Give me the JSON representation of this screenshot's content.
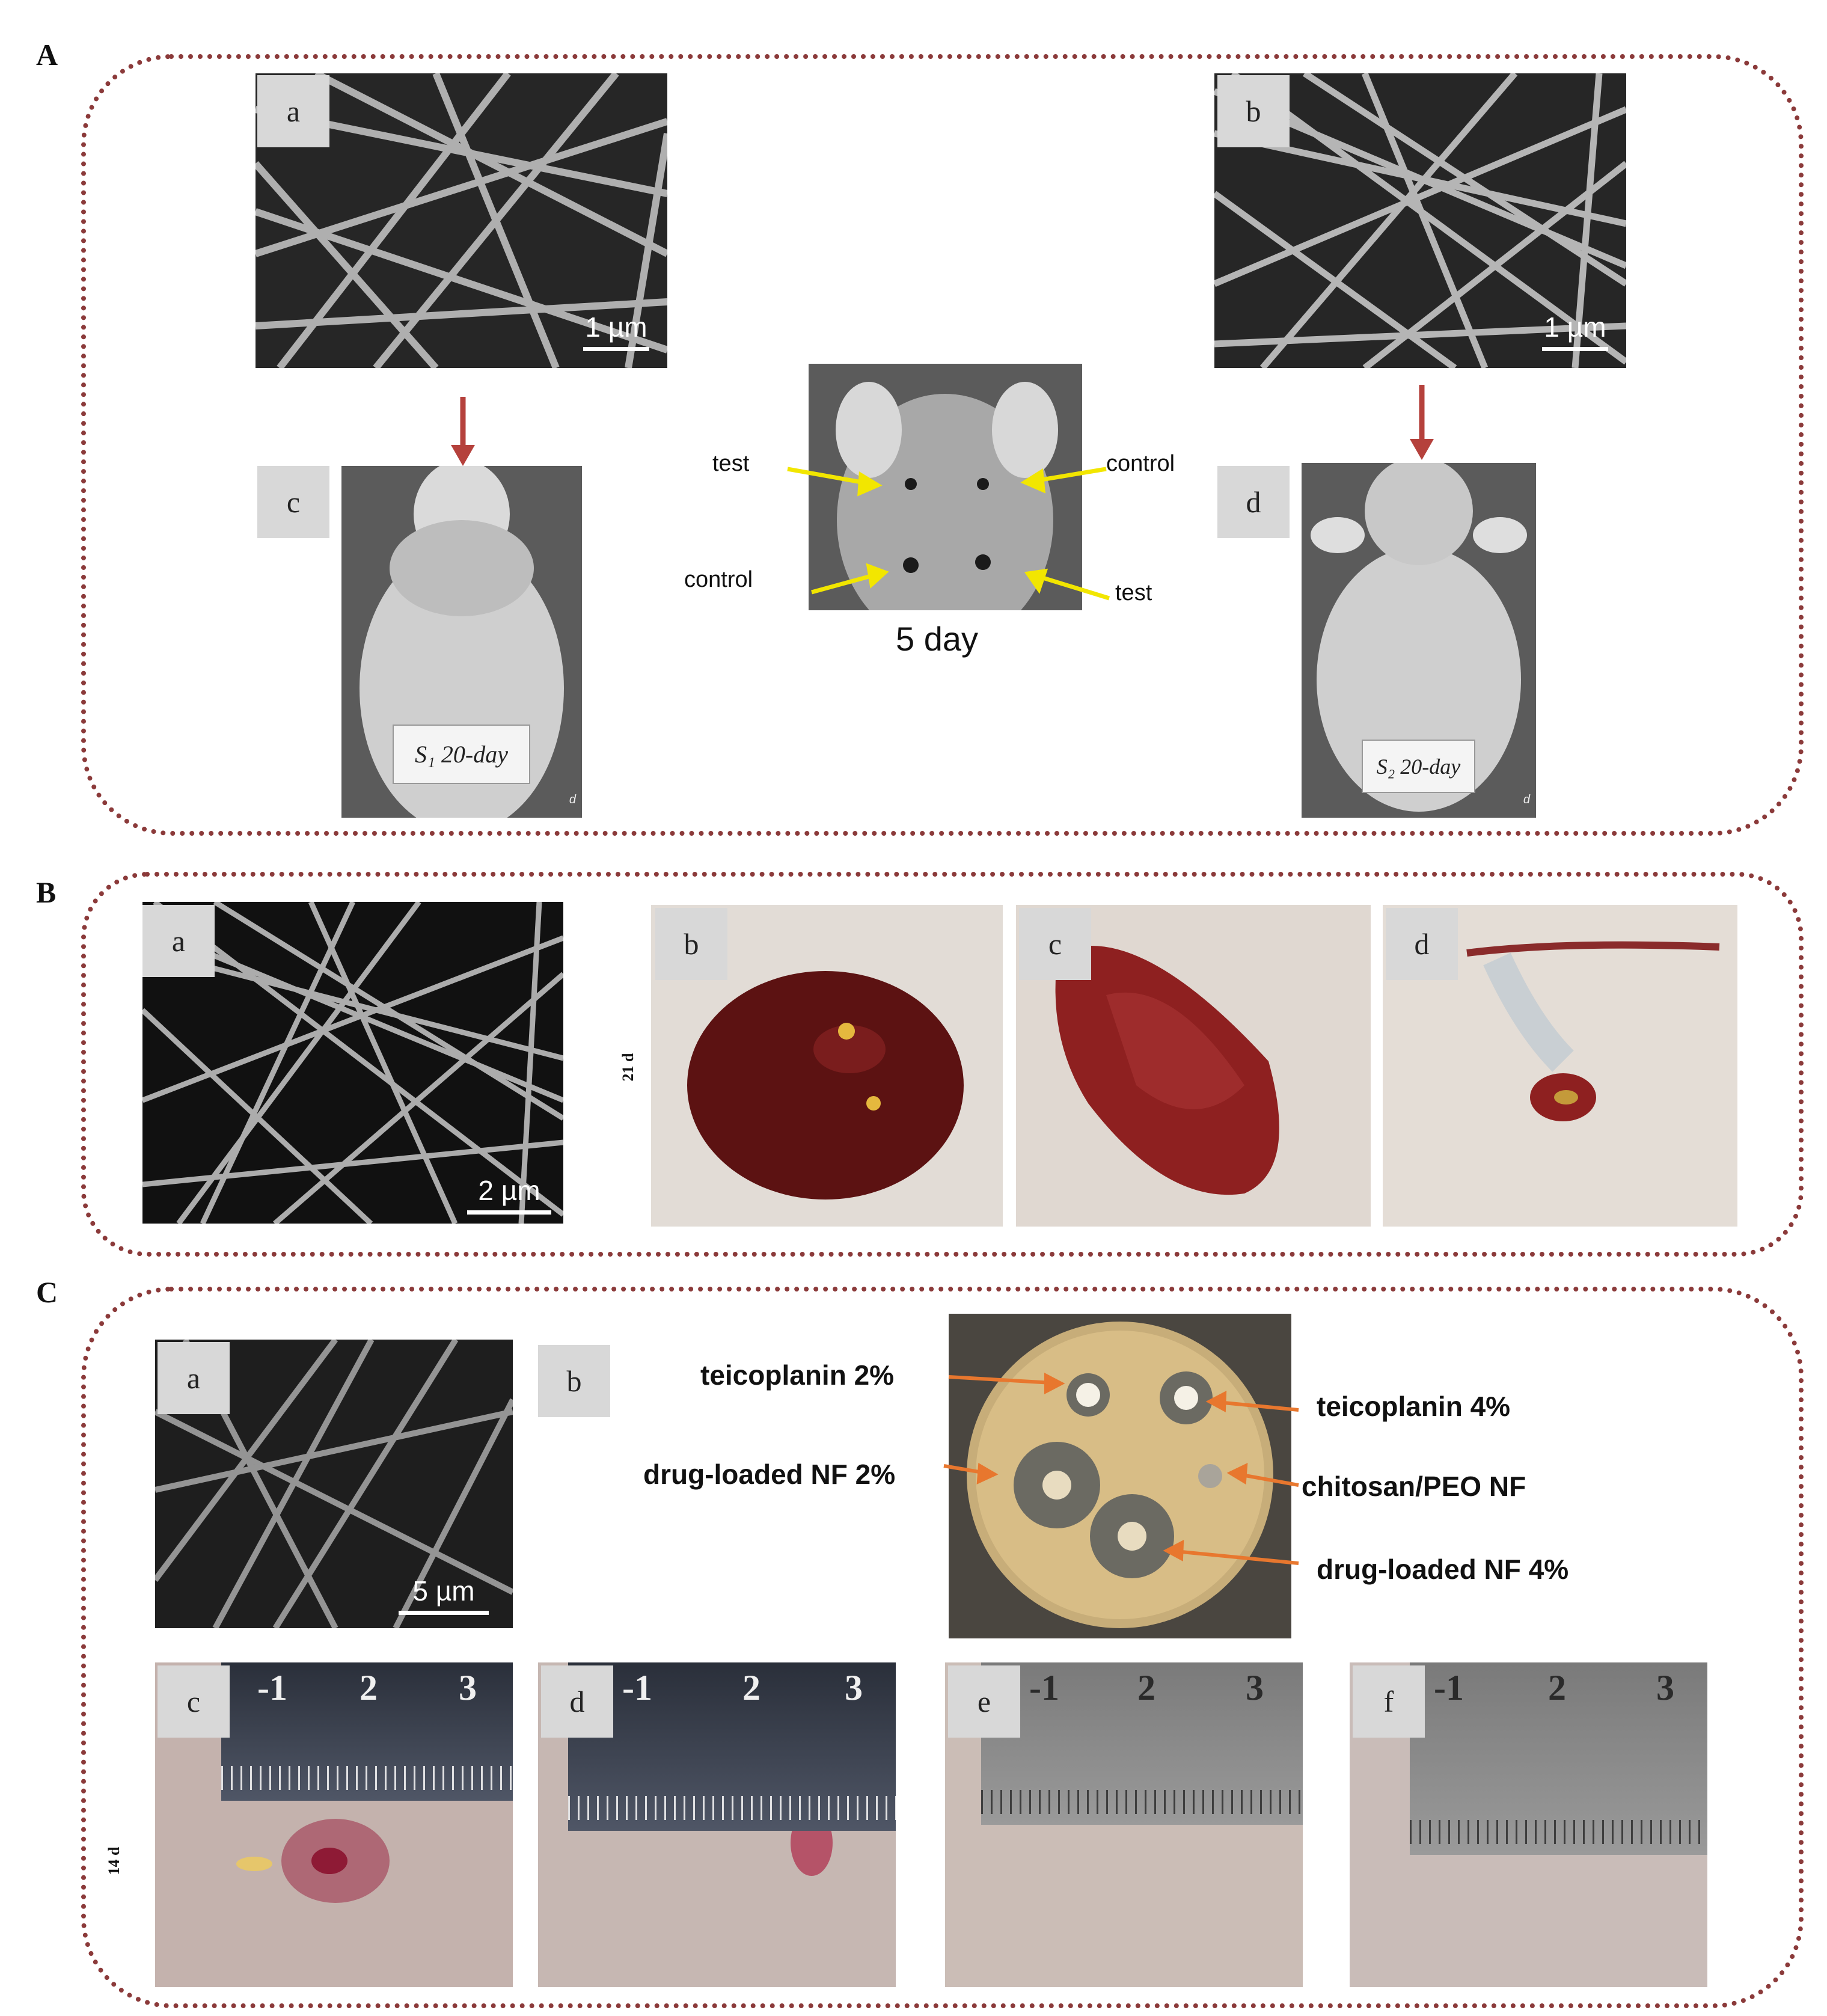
{
  "sections": {
    "A": {
      "letter": "A",
      "panels": {
        "a": {
          "tag": "a",
          "scale": "1 µm"
        },
        "b": {
          "tag": "b",
          "scale": "1 µm"
        },
        "c": {
          "tag": "c",
          "sign": "S₁ 20-day",
          "corner": "d"
        },
        "d": {
          "tag": "d",
          "sign": "S₂ 20-day",
          "corner": "d"
        }
      },
      "center": {
        "caption": "5 day",
        "labels": {
          "test_top": "test",
          "control_top": "control",
          "control_bottom": "control",
          "test_bottom": "test"
        }
      }
    },
    "B": {
      "letter": "B",
      "side_label": "21 d",
      "panels": {
        "a": {
          "tag": "a",
          "scale": "2 µm"
        },
        "b": {
          "tag": "b"
        },
        "c": {
          "tag": "c"
        },
        "d": {
          "tag": "d"
        }
      }
    },
    "C": {
      "letter": "C",
      "side_label": "14 d",
      "panels": {
        "a": {
          "tag": "a",
          "scale": "5 µm"
        },
        "b": {
          "tag": "b"
        },
        "c": {
          "tag": "c"
        },
        "d": {
          "tag": "d"
        },
        "e": {
          "tag": "e"
        },
        "f": {
          "tag": "f"
        }
      },
      "ruler_numbers": [
        "-1",
        "2",
        "3"
      ],
      "plate_labels": {
        "teicoplanin_2": "teicoplanin 2%",
        "teicoplanin_4": "teicoplanin 4%",
        "drug_nf_2": "drug-loaded NF 2%",
        "chitosan_peo": "chitosan/PEO NF",
        "drug_nf_4": "drug-loaded NF 4%"
      }
    }
  },
  "colors": {
    "frame": "#8b3a3a",
    "arrow_red": "#b5413c",
    "arrow_yellow": "#f2e600",
    "arrow_orange": "#e8772e"
  }
}
